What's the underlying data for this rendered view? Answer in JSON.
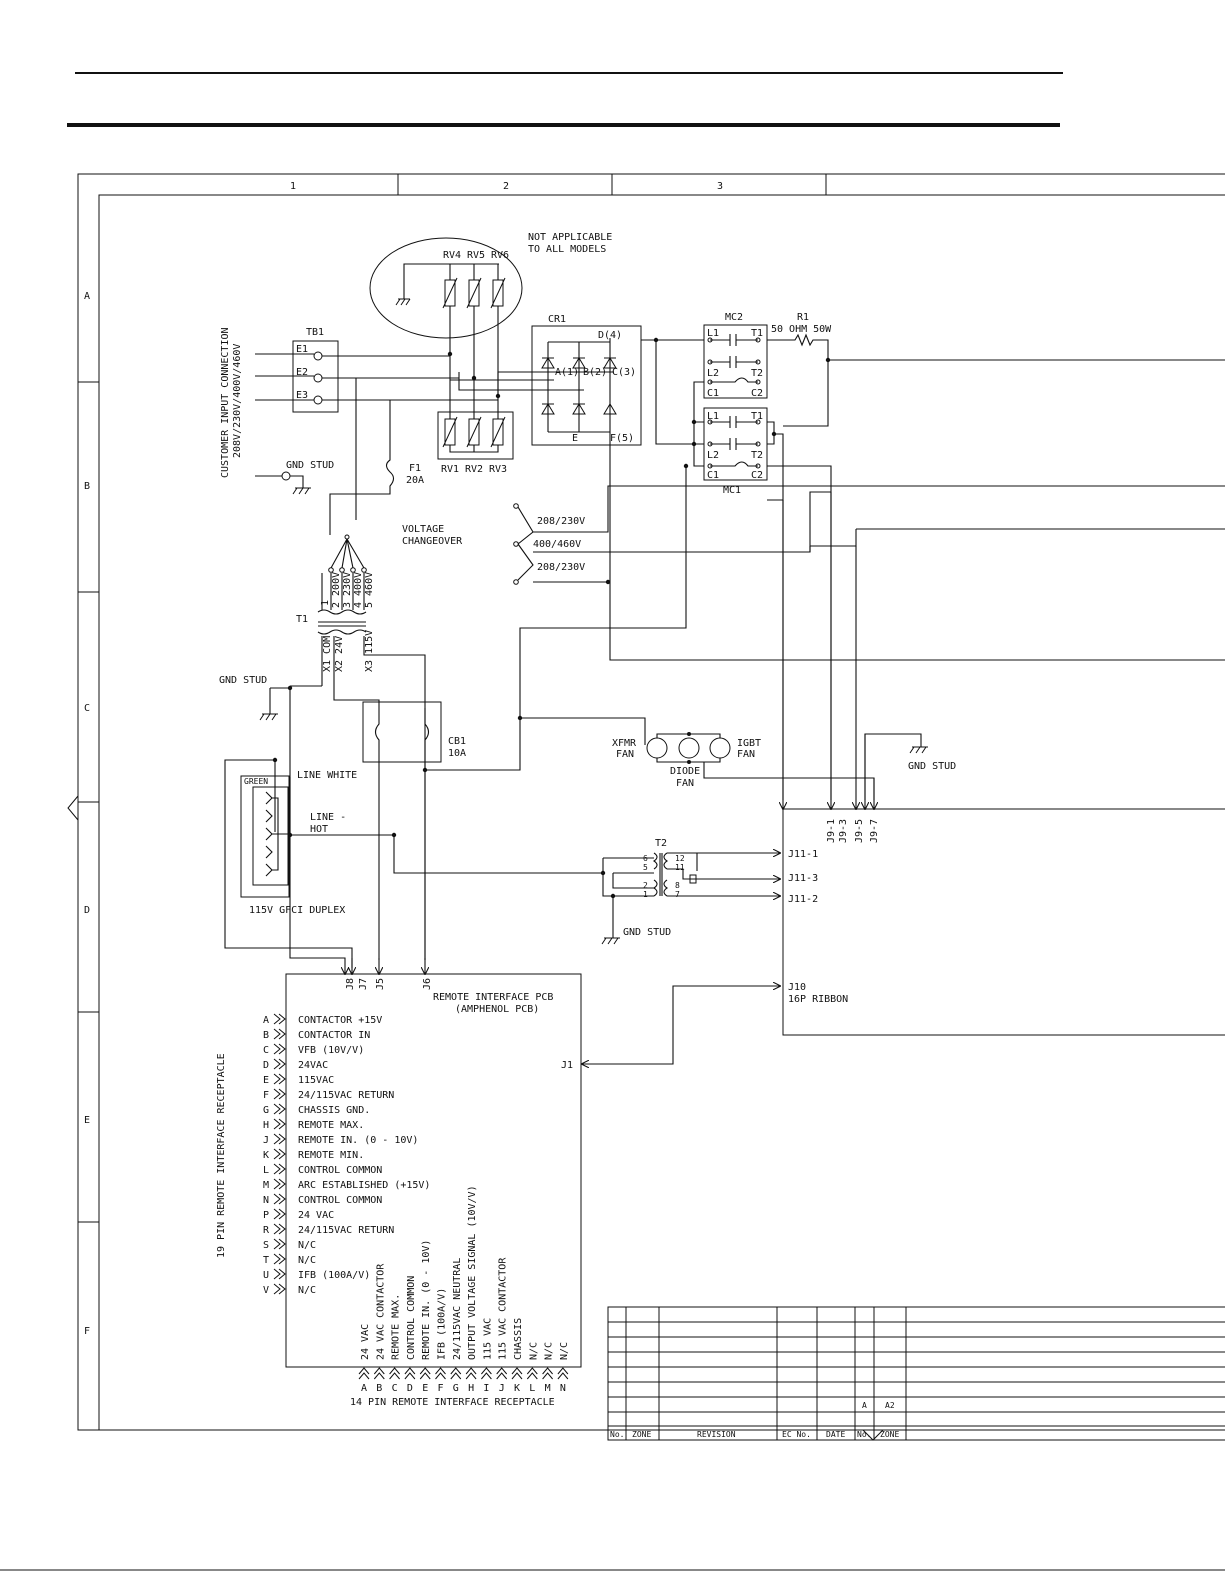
{
  "frame": {
    "col_labels": [
      "1",
      "2",
      "3"
    ],
    "row_labels": [
      "A",
      "B",
      "C",
      "D",
      "E",
      "F"
    ]
  },
  "labels": {
    "not_applicable_1": "NOT APPLICABLE",
    "not_applicable_2": "TO ALL MODELS",
    "rv4": "RV4",
    "rv5": "RV5",
    "rv6": "RV6",
    "rv1": "RV1",
    "rv2": "RV2",
    "rv3": "RV3",
    "cr1": "CR1",
    "d4": "D(4)",
    "a1": "A(1)",
    "b2": "B(2)",
    "c3": "C(3)",
    "e": "E",
    "f5": "F(5)",
    "mc2": "MC2",
    "mc1": "MC1",
    "l1": "L1",
    "t1": "T1",
    "l2": "L2",
    "t2": "T2",
    "c1": "C1",
    "c2": "C2",
    "r1": "R1",
    "r1_value": "50 OHM 50W",
    "tb1": "TB1",
    "e1": "E1",
    "e2": "E2",
    "e3": "E3",
    "customer_input_1": "CUSTOMER INPUT CONNECTION",
    "customer_input_2": "208V/230V/400V/460V",
    "gnd_stud": "GND STUD",
    "f1": "F1",
    "f1_value": "20A",
    "voltage_changeover_1": "VOLTAGE",
    "voltage_changeover_2": "CHANGEOVER",
    "v208_230_a": "208/230V",
    "v400_460": "400/460V",
    "v208_230_b": "208/230V",
    "t1_xfmr": "T1",
    "taps": [
      "1",
      "2 200V",
      "3 230V",
      "4 400V",
      "5 460V"
    ],
    "secondary": [
      "X1 COM",
      "X2 24V",
      "X3 115V"
    ],
    "cb1": "CB1",
    "cb1_value": "10A",
    "xfmr_fan_1": "XFMR",
    "xfmr_fan_2": "FAN",
    "igbt_fan_1": "IGBT",
    "igbt_fan_2": "FAN",
    "diode_fan_1": "DIODE",
    "diode_fan_2": "FAN",
    "line_white": "LINE WHITE",
    "line_hot_1": "LINE -",
    "line_hot_2": "HOT",
    "green": "GREEN",
    "gfci": "115V GFCI DUPLEX",
    "t2_left_pins": [
      "6",
      "5",
      "2",
      "1"
    ],
    "t2_right_pins": [
      "12",
      "11",
      "8",
      "7"
    ],
    "j9_pins": [
      "J9-1",
      "J9-3",
      "J9-5",
      "J9-7"
    ],
    "j11_pins": [
      "J11-1",
      "J11-3",
      "J11-2"
    ],
    "j10_1": "J10",
    "j10_2": "16P RIBBON",
    "j_pins": [
      "J8",
      "J7",
      "J5",
      "J6"
    ],
    "pcb_title_1": "REMOTE INTERFACE PCB",
    "pcb_title_2": "(AMPHENOL PCB)",
    "j1": "J1",
    "receptacle_19": "19 PIN REMOTE INTERFACE RECEPTACLE",
    "receptacle_14": "14 PIN REMOTE INTERFACE RECEPTACLE"
  },
  "pins_19": [
    {
      "letter": "A",
      "signal": "CONTACTOR  +15V"
    },
    {
      "letter": "B",
      "signal": "CONTACTOR IN"
    },
    {
      "letter": "C",
      "signal": "VFB (10V/V)"
    },
    {
      "letter": "D",
      "signal": "24VAC"
    },
    {
      "letter": "E",
      "signal": "115VAC"
    },
    {
      "letter": "F",
      "signal": "24/115VAC RETURN"
    },
    {
      "letter": "G",
      "signal": "CHASSIS GND."
    },
    {
      "letter": "H",
      "signal": "REMOTE MAX."
    },
    {
      "letter": "J",
      "signal": "REMOTE IN. (0 - 10V)"
    },
    {
      "letter": "K",
      "signal": "REMOTE MIN."
    },
    {
      "letter": "L",
      "signal": "CONTROL COMMON"
    },
    {
      "letter": "M",
      "signal": "ARC ESTABLISHED (+15V)"
    },
    {
      "letter": "N",
      "signal": "CONTROL COMMON"
    },
    {
      "letter": "P",
      "signal": "24 VAC"
    },
    {
      "letter": "R",
      "signal": "24/115VAC RETURN"
    },
    {
      "letter": "S",
      "signal": "N/C"
    },
    {
      "letter": "T",
      "signal": "N/C"
    },
    {
      "letter": "U",
      "signal": "IFB (100A/V)"
    },
    {
      "letter": "V",
      "signal": "N/C"
    }
  ],
  "pins_14": [
    {
      "letter": "A",
      "signal": "24 VAC"
    },
    {
      "letter": "B",
      "signal": "24 VAC CONTACTOR"
    },
    {
      "letter": "C",
      "signal": "REMOTE MAX."
    },
    {
      "letter": "D",
      "signal": "CONTROL COMMON"
    },
    {
      "letter": "E",
      "signal": "REMOTE IN. (0 - 10V)"
    },
    {
      "letter": "F",
      "signal": "IFB (100A/V)"
    },
    {
      "letter": "G",
      "signal": "24/115VAC NEUTRAL"
    },
    {
      "letter": "H",
      "signal": "OUTPUT VOLTAGE SIGNAL (10V/V)"
    },
    {
      "letter": "I",
      "signal": "115 VAC"
    },
    {
      "letter": "J",
      "signal": "115 VAC CONTACTOR"
    },
    {
      "letter": "K",
      "signal": "CHASSIS"
    },
    {
      "letter": "L",
      "signal": "N/C"
    },
    {
      "letter": "M",
      "signal": "N/C"
    },
    {
      "letter": "N",
      "signal": "N/C"
    }
  ],
  "revision_block": {
    "headers": [
      "No.",
      "ZONE",
      "REVISION",
      "EC No.",
      "DATE",
      "No.",
      "ZONE"
    ],
    "entry_no": "A",
    "entry_zone": "A2"
  }
}
